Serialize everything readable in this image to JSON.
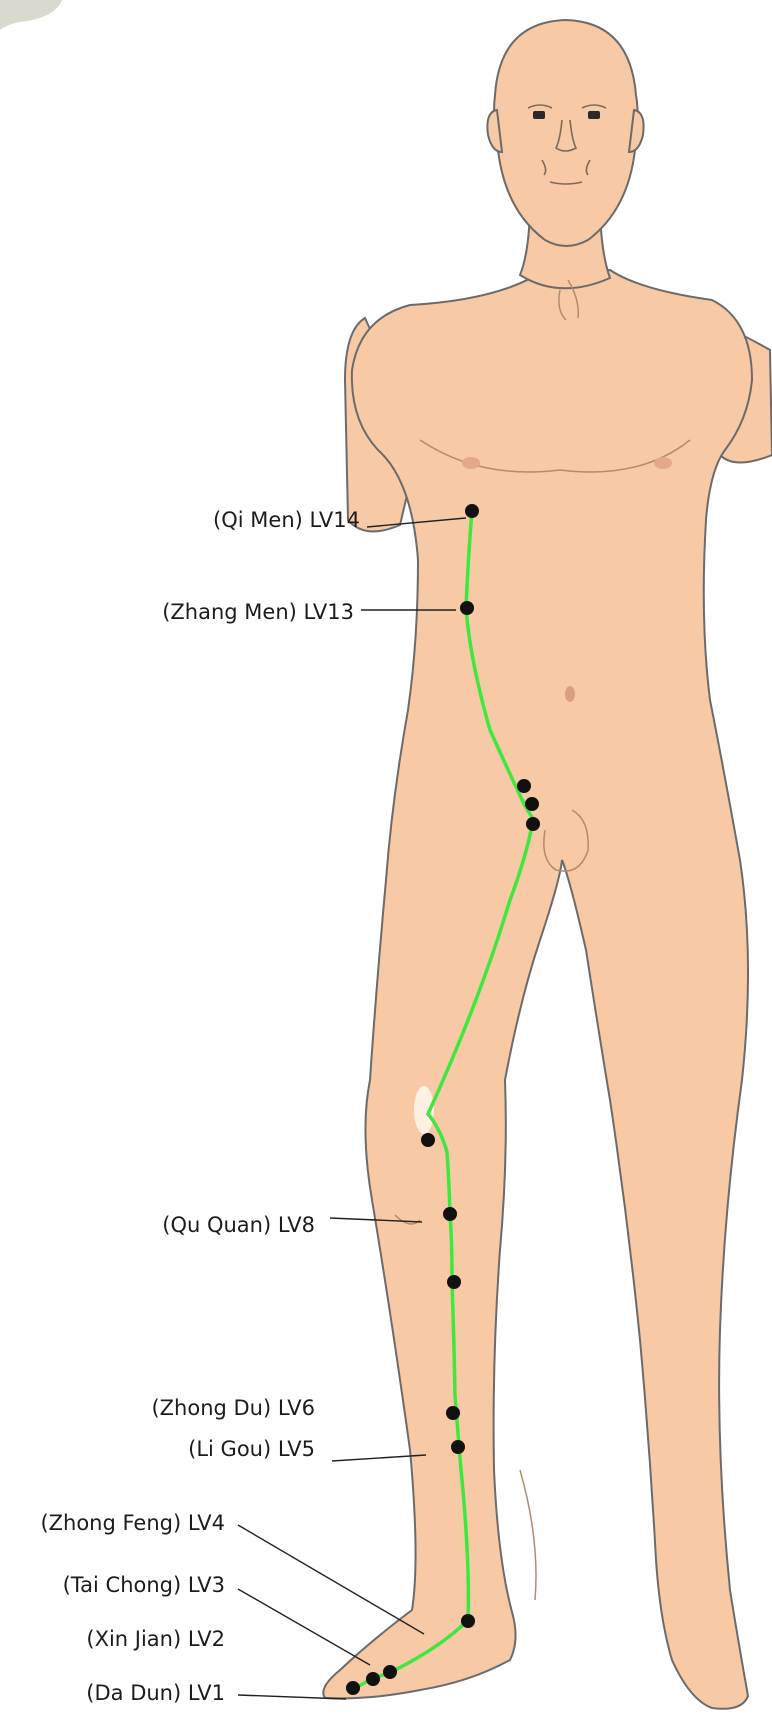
{
  "colors": {
    "skin": "#f7c9a4",
    "skin_shade": "#efb88f",
    "outline": "#6b6b6b",
    "meridian": "#3ee83e",
    "point": "#111111",
    "label_text": "#1c1c1c"
  },
  "labels": {
    "lv14": {
      "name": "(Qi Men)",
      "code": "LV14"
    },
    "lv13": {
      "name": "(Zhang Men)",
      "code": "LV13"
    },
    "lv8": {
      "name": "(Qu Quan)",
      "code": "LV8"
    },
    "lv6": {
      "name": "(Zhong Du)",
      "code": "LV6"
    },
    "lv5": {
      "name": "(Li Gou)",
      "code": "LV5"
    },
    "lv4": {
      "name": "(Zhong Feng)",
      "code": "LV4"
    },
    "lv3": {
      "name": "(Tai Chong)",
      "code": "LV3"
    },
    "lv2": {
      "name": "(Xin Jian)",
      "code": "LV2"
    },
    "lv1": {
      "name": "(Da Dun)",
      "code": "LV1"
    }
  }
}
